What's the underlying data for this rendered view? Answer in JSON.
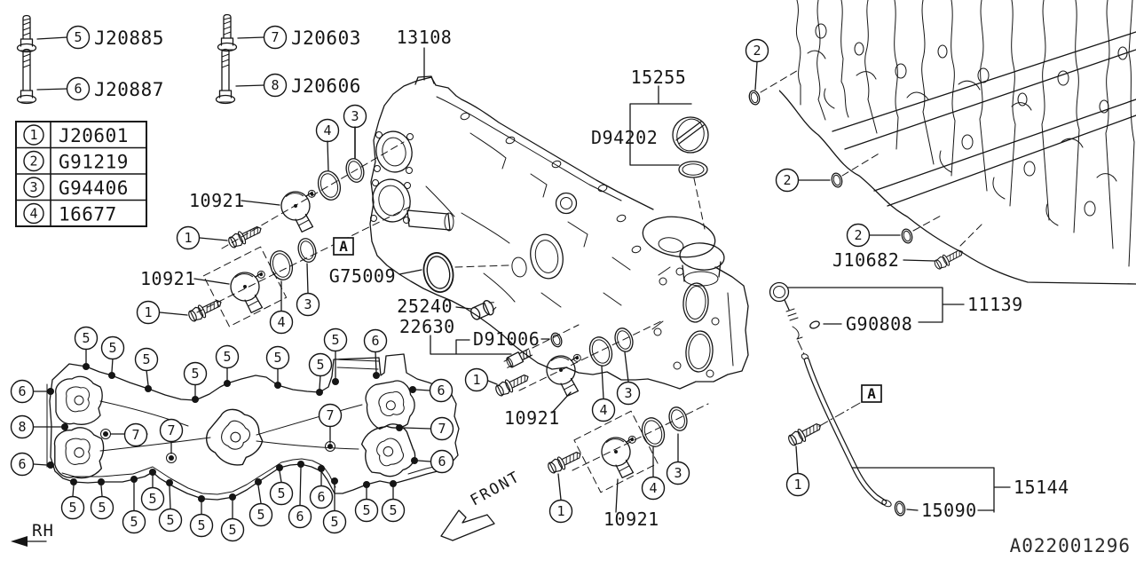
{
  "doc": {
    "code": "A022001296"
  },
  "direction_labels": {
    "rh": "RH",
    "front": "FRONT"
  },
  "section_marker": "A",
  "legend_table": {
    "rows": [
      {
        "num": "1",
        "part": "J20601"
      },
      {
        "num": "2",
        "part": "G91219"
      },
      {
        "num": "3",
        "part": "G94406"
      },
      {
        "num": "4",
        "part": "16677"
      }
    ]
  },
  "bolt_key": [
    {
      "num": "5",
      "part": "J20885"
    },
    {
      "num": "6",
      "part": "J20887"
    },
    {
      "num": "7",
      "part": "J20603"
    },
    {
      "num": "8",
      "part": "J20606"
    }
  ],
  "parts": {
    "p13108": "13108",
    "p15255": "15255",
    "pD94202": "D94202",
    "p10921": "10921",
    "pG75009": "G75009",
    "p25240": "25240",
    "p22630": "22630",
    "pD91006": "D91006",
    "pJ10682": "J10682",
    "p11139": "11139",
    "pG90808": "G90808",
    "p15144": "15144",
    "p15090": "15090"
  },
  "callouts": {
    "c1": "1",
    "c2": "2",
    "c3": "3",
    "c4": "4",
    "c5": "5",
    "c6": "6",
    "c7": "7",
    "c8": "8"
  }
}
